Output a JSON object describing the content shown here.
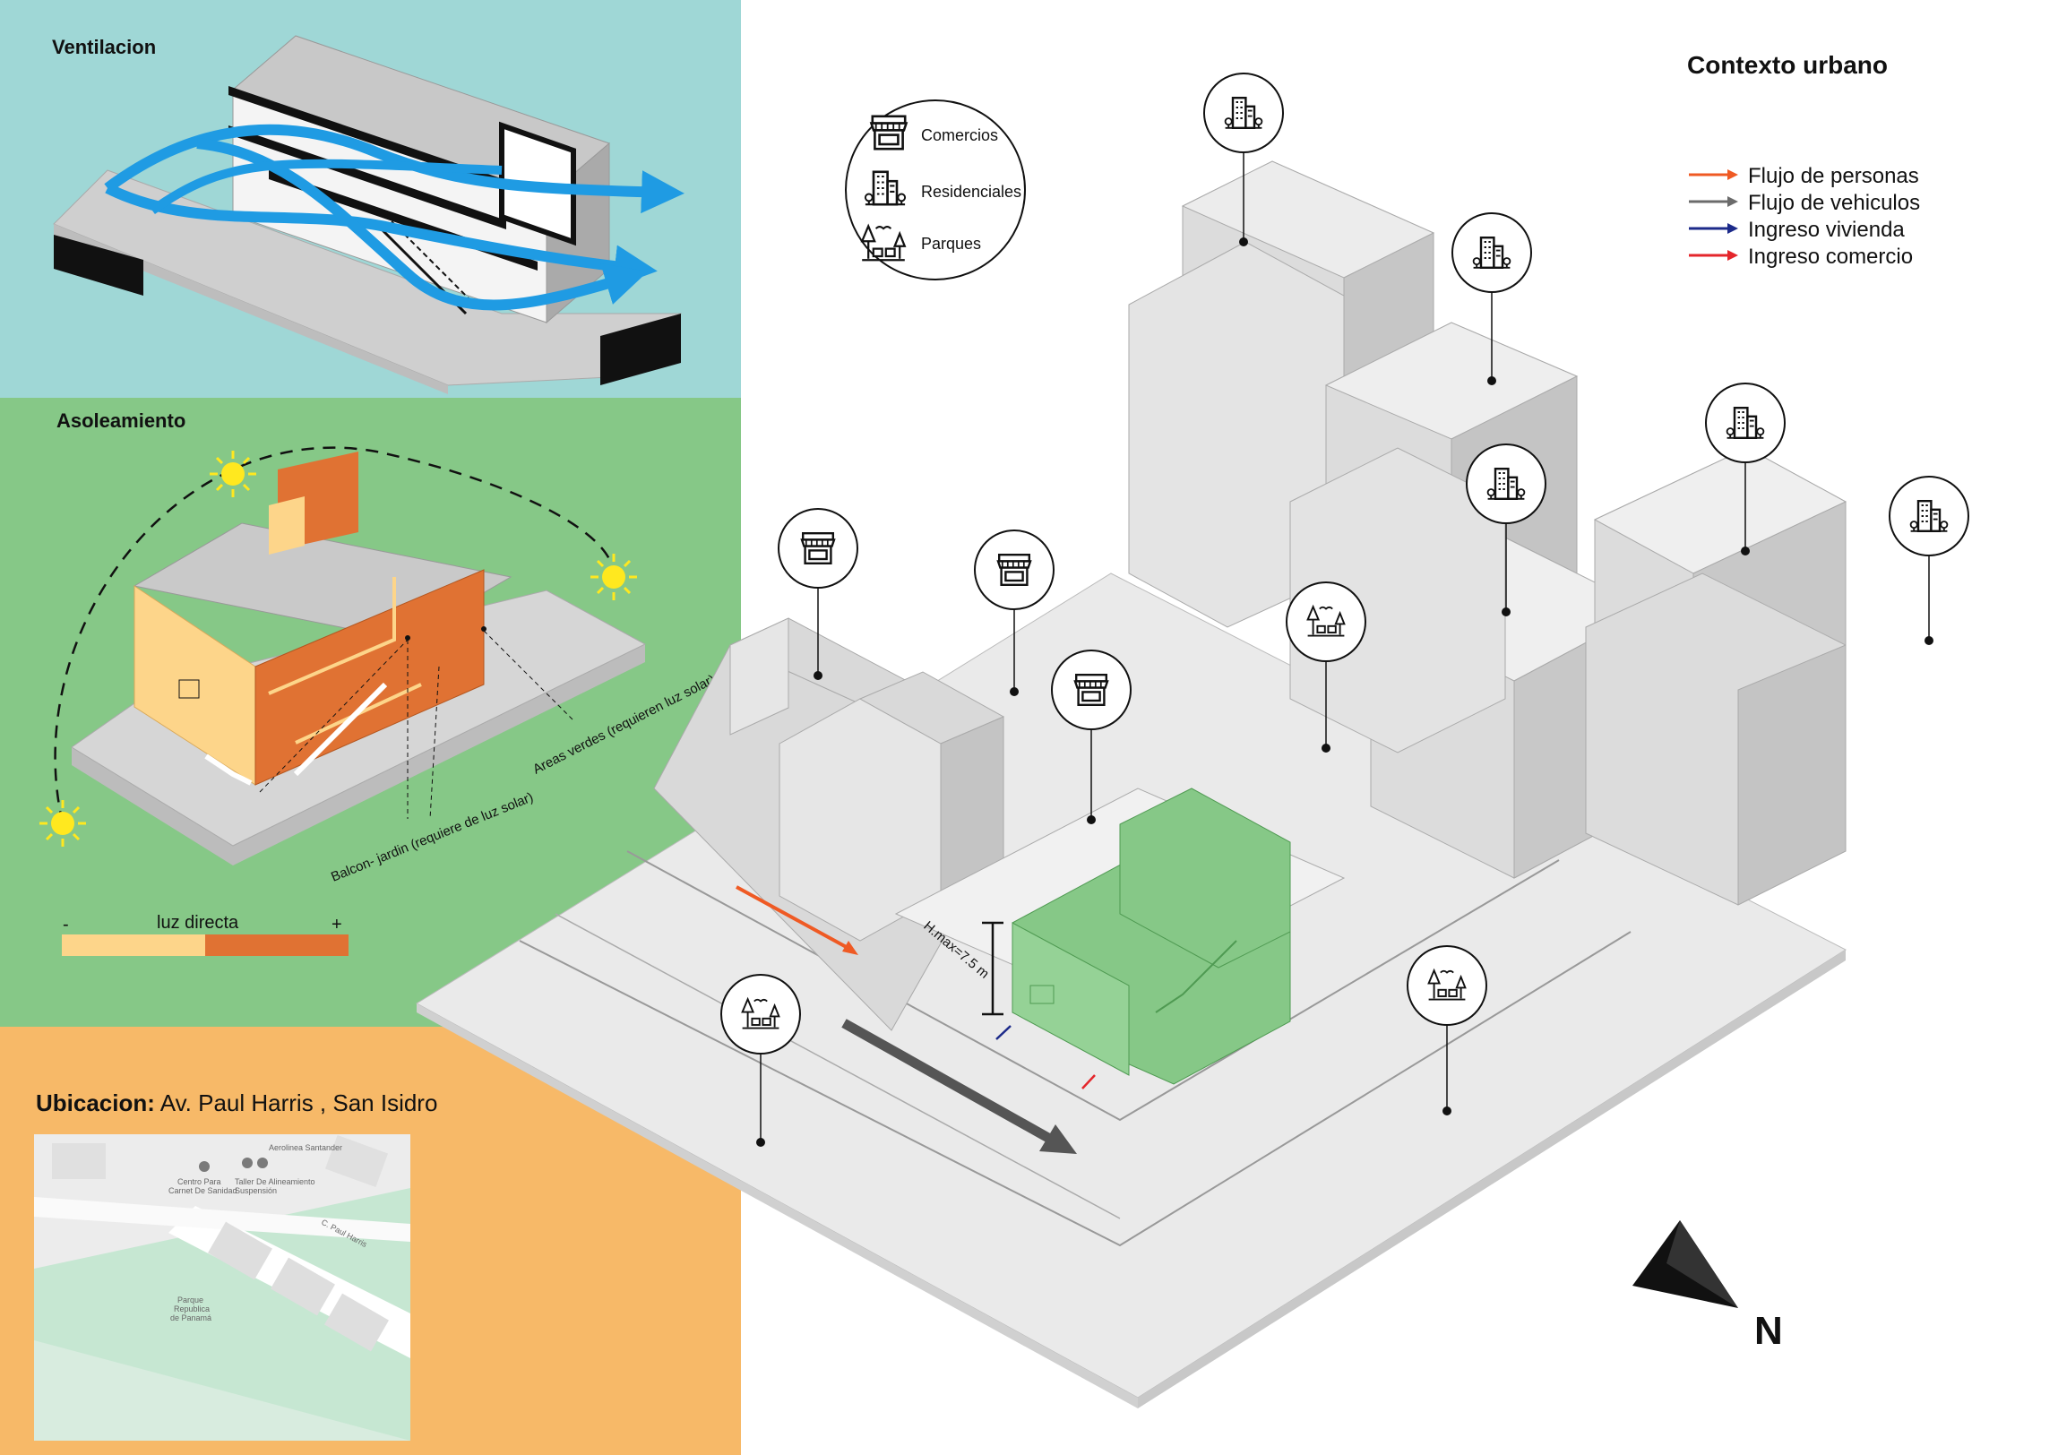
{
  "ventilacion": {
    "title": "Ventilacion"
  },
  "asoleamiento": {
    "title": "Asoleamiento",
    "label_balcon": "Balcon- jardin (requiere de luz solar)",
    "label_areas": "Areas verdes (requieren luz solar)",
    "scale_label": "luz directa",
    "scale_min": "-",
    "scale_max": "+",
    "colors": {
      "low": "#fdd58a",
      "high": "#e07233"
    }
  },
  "ubicacion": {
    "title_bold": "Ubicacion:",
    "title_rest": " Av. Paul Harris , San Isidro",
    "map_labels": {
      "aerolinea": "Aerolinea Santander",
      "centro_1": "Centro Para",
      "centro_2": "Carnet De Sanidad",
      "taller_1": "Taller De Alineamiento",
      "taller_2": "Suspensión",
      "street": "C. Paul Harris",
      "parque_1": "Parque",
      "parque_2": "Republica",
      "parque_3": "de Panamá"
    }
  },
  "contexto": {
    "title": "Contexto urbano",
    "icon_legend": [
      {
        "icon": "store-icon",
        "label": "Comercios"
      },
      {
        "icon": "building-icon",
        "label": "Residenciales"
      },
      {
        "icon": "park-icon",
        "label": "Parques"
      }
    ],
    "flow_legend": [
      {
        "label": "Flujo de personas",
        "color": "#ef5a24"
      },
      {
        "label": "Flujo de vehiculos",
        "color": "#6b6b6b"
      },
      {
        "label": "Ingreso vivienda",
        "color": "#1c2a8a"
      },
      {
        "label": "Ingreso comercio",
        "color": "#e4262b"
      }
    ],
    "height_label": "H.max=7.5 m",
    "north_label": "N",
    "colors": {
      "site": "#86c887",
      "blocks": "#dcdcdc",
      "ground": "#e6e6e6"
    }
  }
}
